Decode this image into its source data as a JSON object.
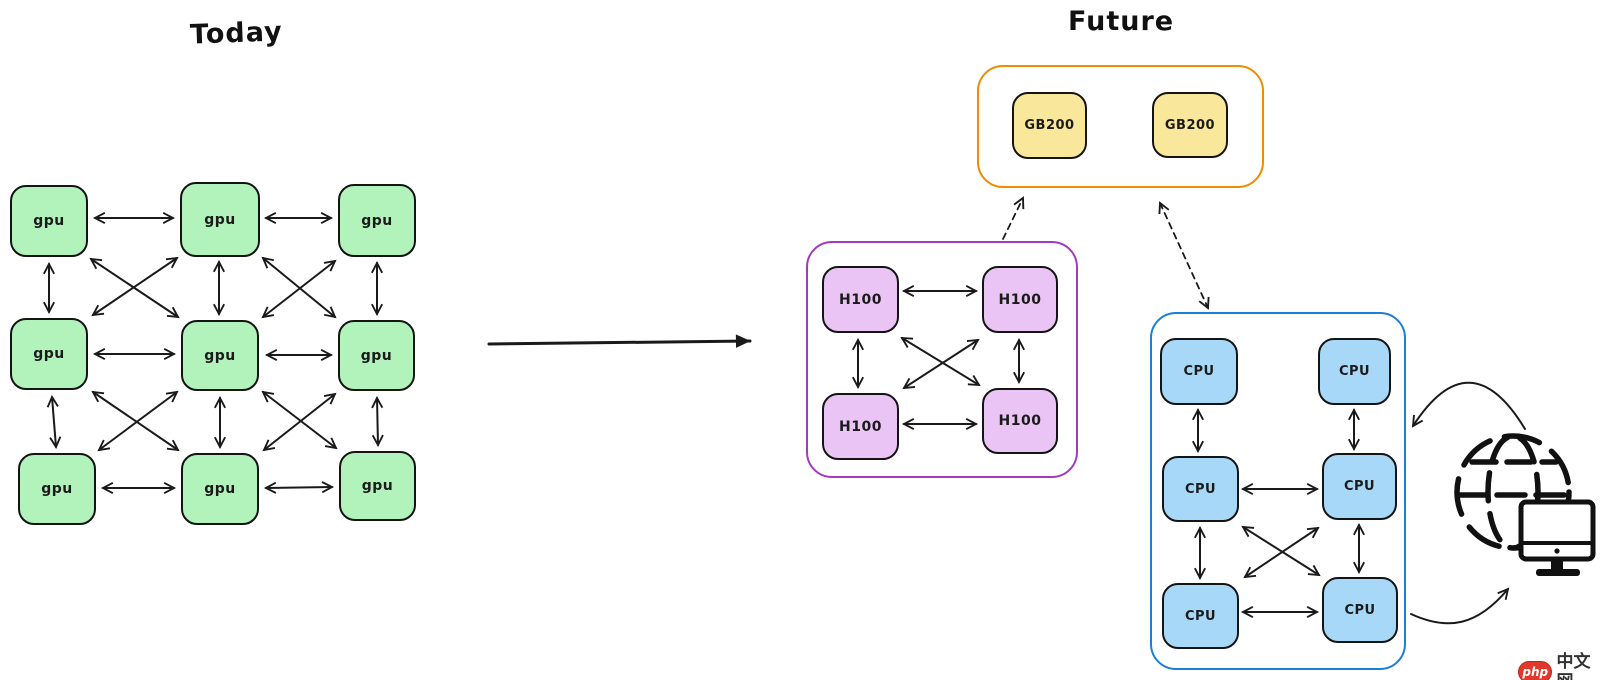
{
  "titles": {
    "today": "Today",
    "future": "Future"
  },
  "today": {
    "nodes": [
      {
        "label": "gpu"
      },
      {
        "label": "gpu"
      },
      {
        "label": "gpu"
      },
      {
        "label": "gpu"
      },
      {
        "label": "gpu"
      },
      {
        "label": "gpu"
      },
      {
        "label": "gpu"
      },
      {
        "label": "gpu"
      },
      {
        "label": "gpu"
      }
    ]
  },
  "future": {
    "gb200_cluster": {
      "nodes": [
        {
          "label": "GB200"
        },
        {
          "label": "GB200"
        }
      ]
    },
    "h100_cluster": {
      "nodes": [
        {
          "label": "H100"
        },
        {
          "label": "H100"
        },
        {
          "label": "H100"
        },
        {
          "label": "H100"
        }
      ]
    },
    "cpu_cluster": {
      "nodes": [
        {
          "label": "CPU"
        },
        {
          "label": "CPU"
        },
        {
          "label": "CPU"
        },
        {
          "label": "CPU"
        },
        {
          "label": "CPU"
        },
        {
          "label": "CPU"
        }
      ]
    }
  },
  "icons": {
    "globe": "globe-icon",
    "monitor": "monitor-icon"
  },
  "watermark": {
    "brand": "php",
    "site": "中文网"
  },
  "colors": {
    "gpu_fill": "#b2f2bb",
    "gb200_fill": "#f9e79b",
    "h100_fill": "#eac4f5",
    "cpu_fill": "#a8d8f8",
    "gb200_border": "#f08c00",
    "h100_border": "#a13cc0",
    "cpu_border": "#1c7ed6",
    "stroke": "#1a1a1a",
    "watermark_red": "#e2382b"
  }
}
